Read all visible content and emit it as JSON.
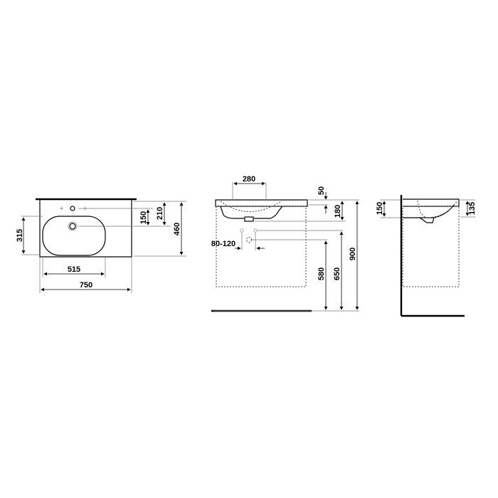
{
  "dimensions": {
    "top_view": {
      "d315": "315",
      "d515": "515",
      "d750": "750",
      "d150": "150",
      "d210": "210",
      "d460": "460"
    },
    "front_view": {
      "d280": "280",
      "d50": "50",
      "d180": "180",
      "d900": "900",
      "d650": "650",
      "d580": "580",
      "d80_120": "80-120"
    },
    "side_view": {
      "d150": "150",
      "d135": "135"
    }
  },
  "colors": {
    "line": "#000000"
  }
}
